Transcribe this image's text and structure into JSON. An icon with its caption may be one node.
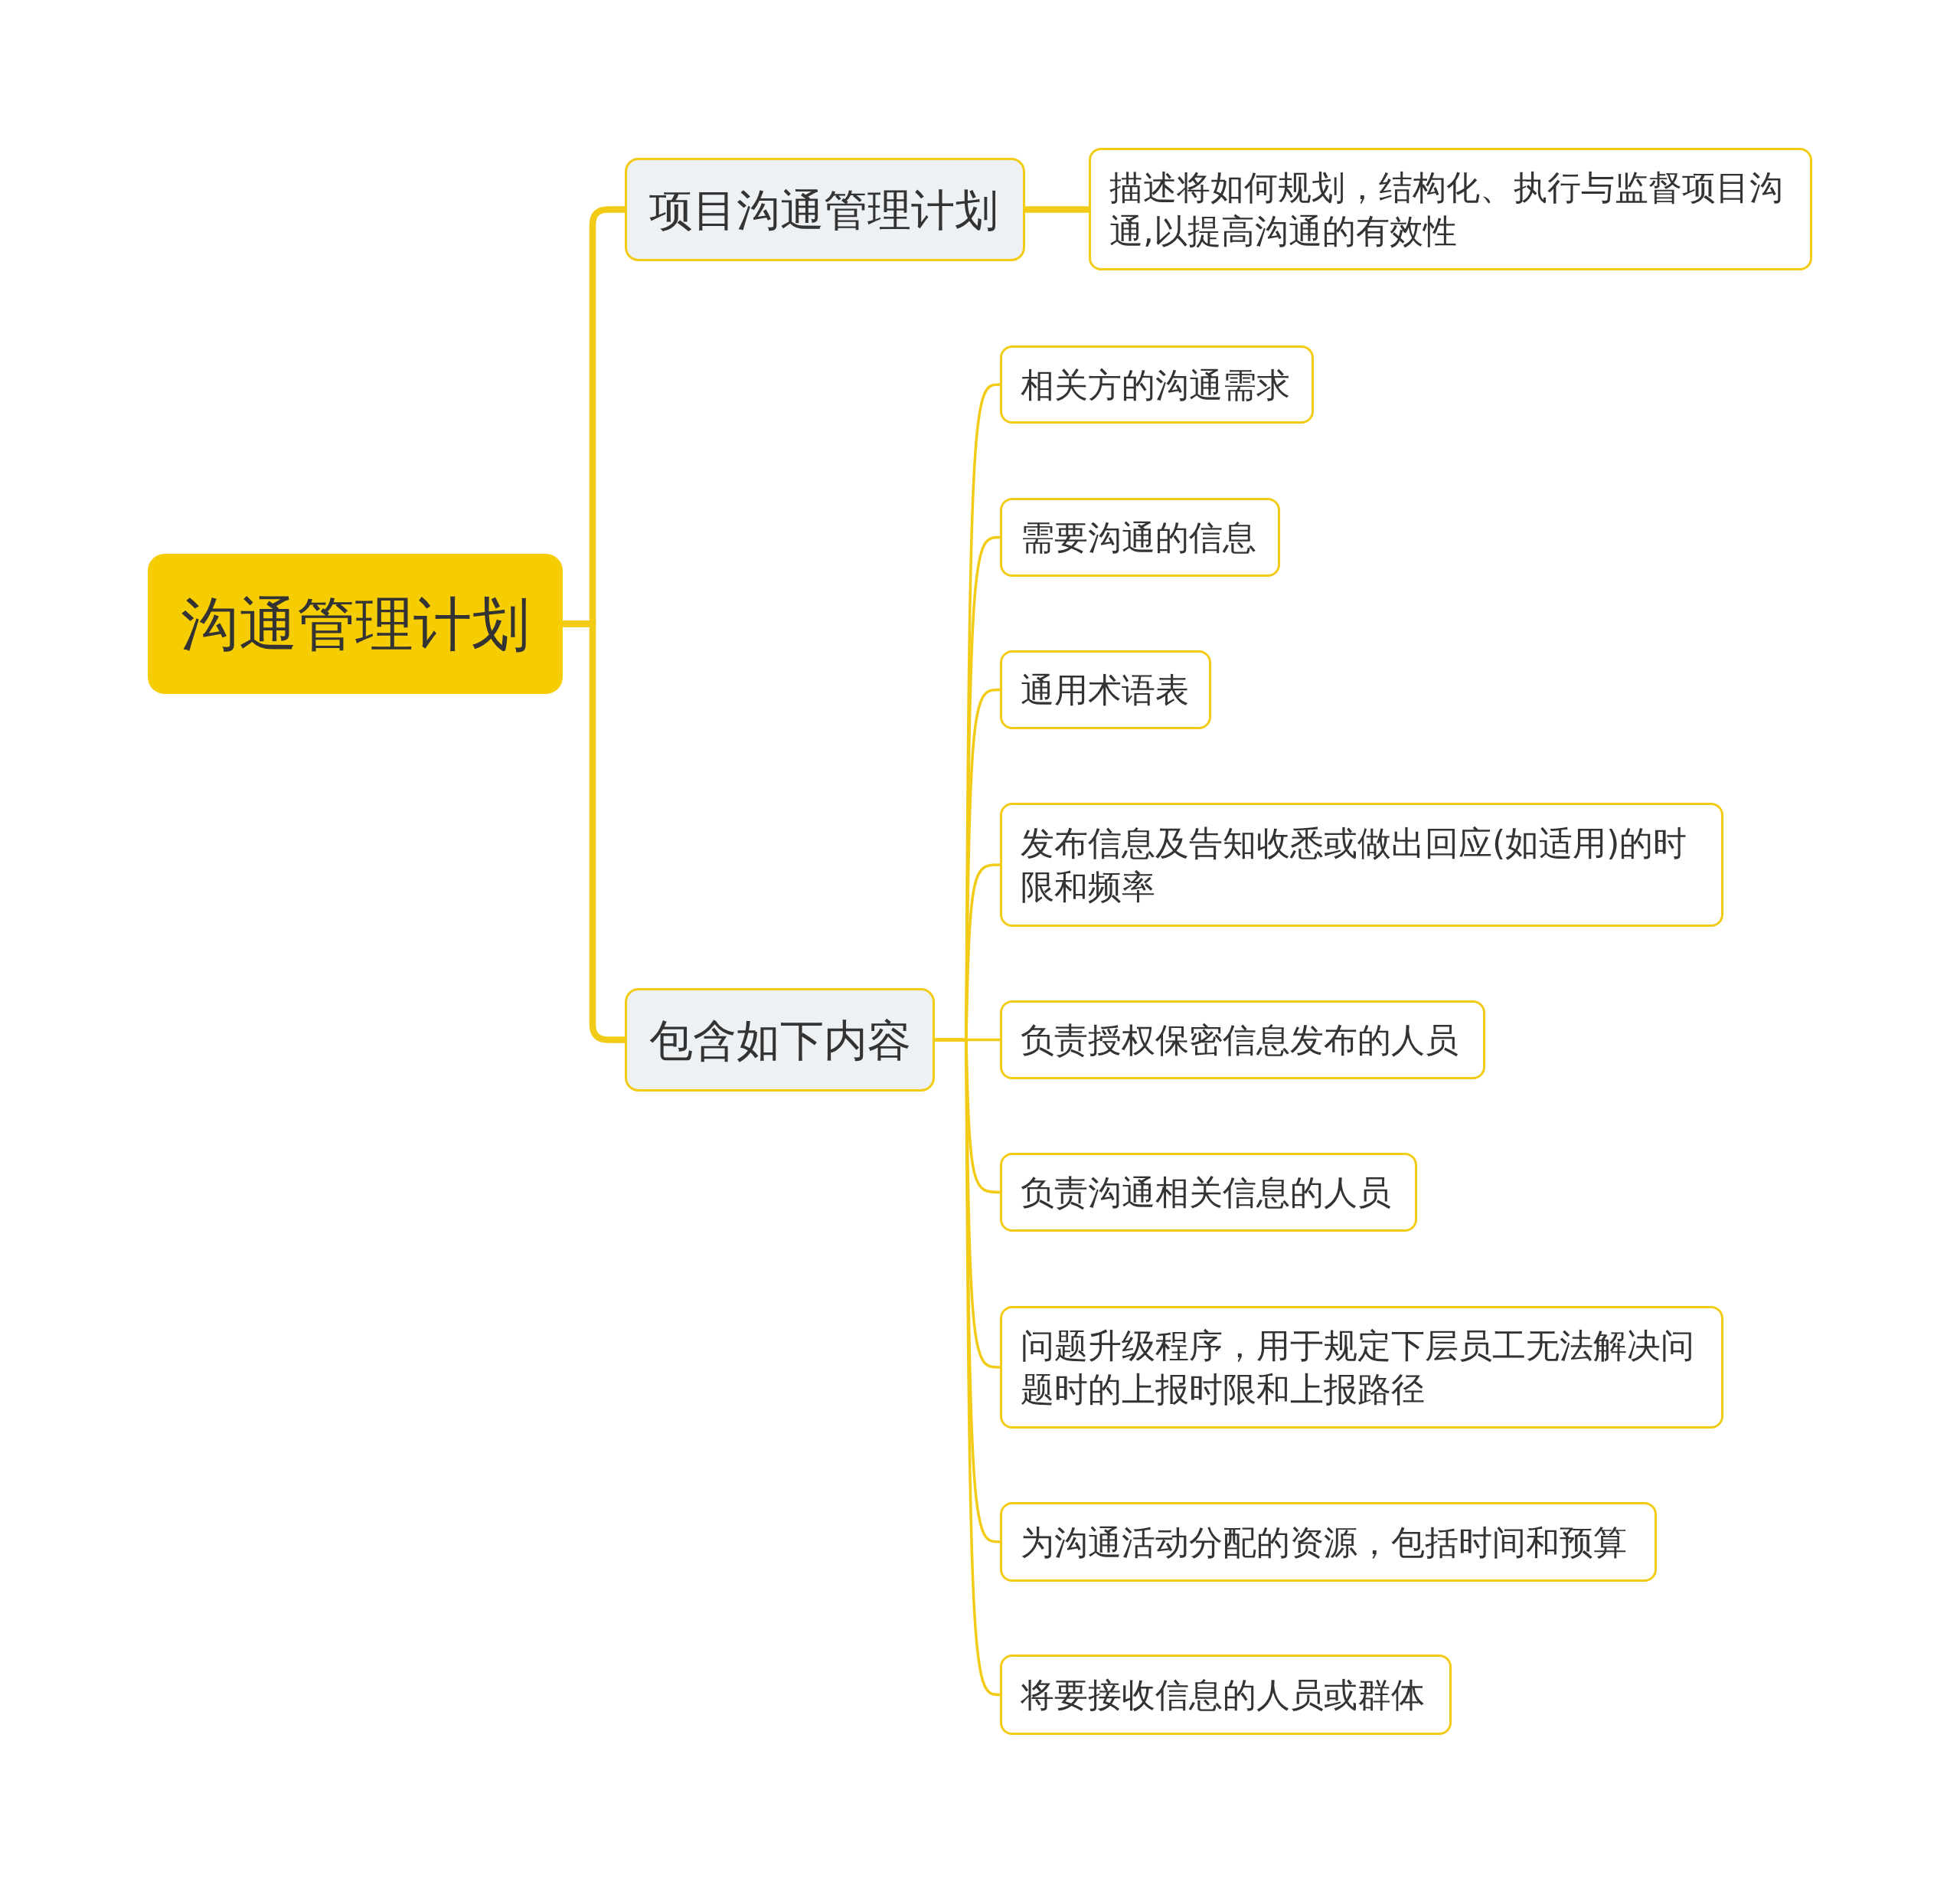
{
  "diagram": {
    "nodes": [
      {
        "text": [
          "沟通管理计划"
        ]
      },
      {
        "text": [
          "项目沟通管理计划"
        ]
      },
      {
        "text": [
          "描述将如何规划，结构化、执行与监督项目沟通,以提高沟通的有效性"
        ]
      },
      {
        "text": [
          "包含如下内容"
        ]
      },
      {
        "text": [
          "相关方的沟通需求"
        ]
      },
      {
        "text": [
          "需要沟通的信息"
        ]
      },
      {
        "text": [
          "通用术语表"
        ]
      },
      {
        "text": [
          "发布信息及告知收悉或做出回应(如适用)的时限和频率"
        ]
      },
      {
        "text": [
          "负责授权保密信息发布的人员"
        ]
      },
      {
        "text": [
          "负责沟通相关信息的人员"
        ]
      },
      {
        "text": [
          "问题升级程序，用于规定下层员工无法解决问题时的上报时限和上报路径"
        ]
      },
      {
        "text": [
          "为沟通活动分配的资源，包括时间和预算"
        ]
      },
      {
        "text": [
          "将要接收信息的人员或群体"
        ]
      }
    ],
    "edges": [
      {
        "from": 0,
        "to": 1,
        "arrow": "none",
        "style": "thick"
      },
      {
        "from": 1,
        "to": 2,
        "arrow": "none",
        "style": "thick"
      },
      {
        "from": 0,
        "to": 3,
        "arrow": "none",
        "style": "thick"
      },
      {
        "from": 3,
        "to": 4,
        "arrow": "none"
      },
      {
        "from": 3,
        "to": 5,
        "arrow": "none"
      },
      {
        "from": 3,
        "to": 6,
        "arrow": "none"
      },
      {
        "from": 3,
        "to": 7,
        "arrow": "none"
      },
      {
        "from": 3,
        "to": 8,
        "arrow": "none"
      },
      {
        "from": 3,
        "to": 9,
        "arrow": "none"
      },
      {
        "from": 3,
        "to": 10,
        "arrow": "none"
      },
      {
        "from": 3,
        "to": 11,
        "arrow": "none"
      },
      {
        "from": 3,
        "to": 12,
        "arrow": "none"
      }
    ]
  }
}
